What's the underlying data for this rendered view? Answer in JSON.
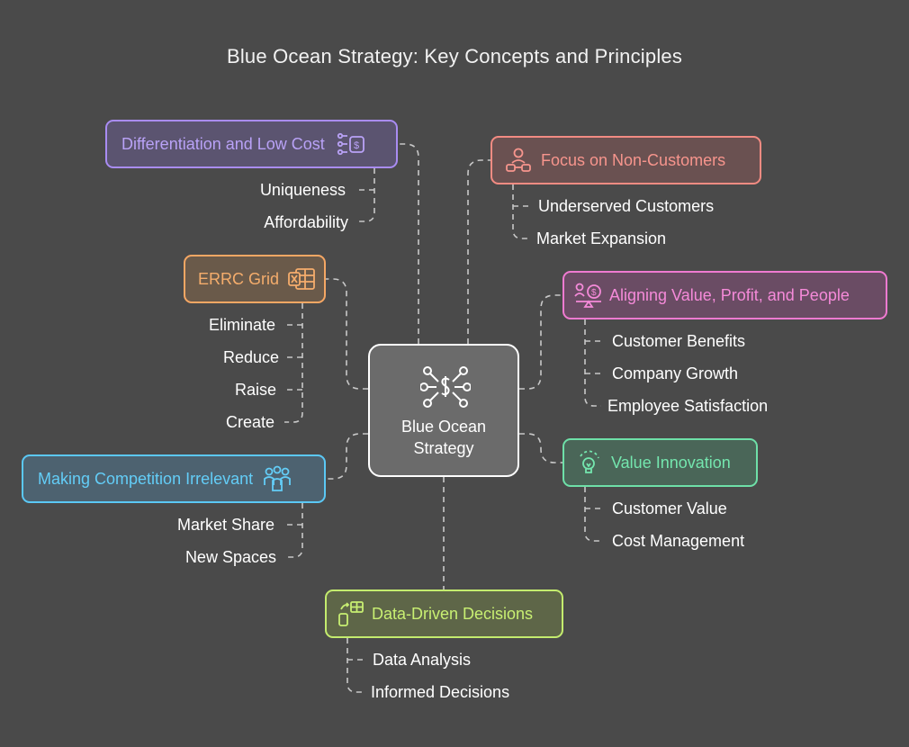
{
  "title": "Blue Ocean Strategy: Key Concepts and Principles",
  "center": {
    "line1": "Blue Ocean",
    "line2": "Strategy",
    "icon": "strategy-network-icon"
  },
  "nodes": {
    "differentiation": {
      "label": "Differentiation and Low Cost",
      "icon": "cost-list-icon",
      "color": "#a98cf2",
      "items": [
        "Uniqueness",
        "Affordability"
      ]
    },
    "non_customers": {
      "label": "Focus on Non-Customers",
      "icon": "people-icon",
      "color": "#f28b82",
      "items": [
        "Underserved Customers",
        "Market Expansion"
      ]
    },
    "errc": {
      "label": "ERRC Grid",
      "icon": "spreadsheet-icon",
      "color": "#f5a764",
      "items": [
        "Eliminate",
        "Reduce",
        "Raise",
        "Create"
      ]
    },
    "aligning": {
      "label": "Aligning Value, Profit, and People",
      "icon": "balance-icon",
      "color": "#f07ad1",
      "items": [
        "Customer Benefits",
        "Company Growth",
        "Employee Satisfaction"
      ]
    },
    "irrelevant": {
      "label": "Making Competition Irrelevant",
      "icon": "group-icon",
      "color": "#5bc8f5",
      "items": [
        "Market Share",
        "New Spaces"
      ]
    },
    "value_innovation": {
      "label": "Value Innovation",
      "icon": "lightbulb-icon",
      "color": "#6ee0a8",
      "items": [
        "Customer Value",
        "Cost Management"
      ]
    },
    "data_driven": {
      "label": "Data-Driven Decisions",
      "icon": "data-device-icon",
      "color": "#c4ec6e",
      "items": [
        "Data Analysis",
        "Informed Decisions"
      ]
    }
  }
}
